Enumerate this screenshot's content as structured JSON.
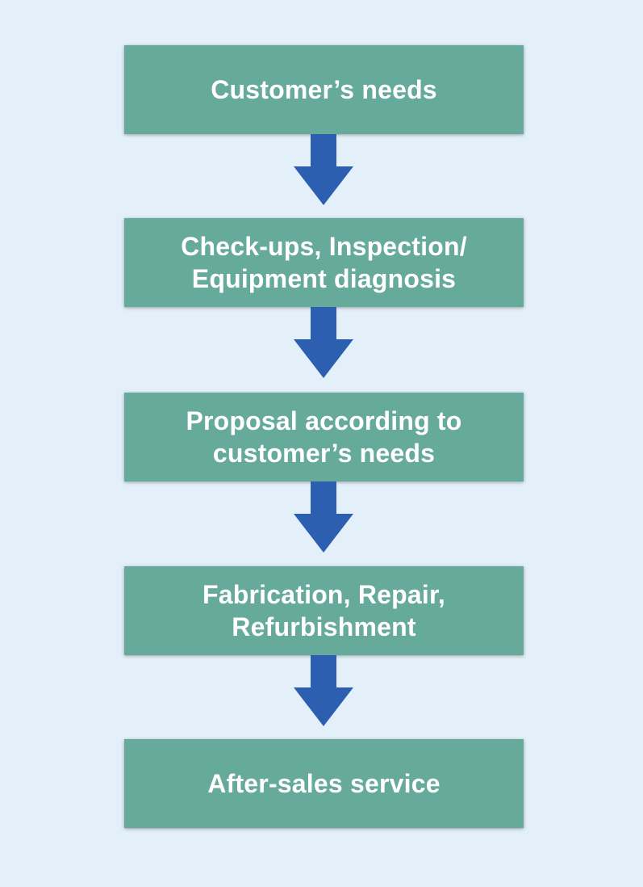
{
  "flowchart": {
    "steps": [
      {
        "lines": [
          "Customer’s needs"
        ]
      },
      {
        "lines": [
          "Check-ups, Inspection/",
          "Equipment diagnosis"
        ]
      },
      {
        "lines": [
          "Proposal according to",
          "customer’s needs"
        ]
      },
      {
        "lines": [
          "Fabrication, Repair,",
          "Refurbishment"
        ]
      },
      {
        "lines": [
          "After-sales service"
        ]
      }
    ],
    "colors": {
      "background": "#e4f0f9",
      "box": "#66aa9b",
      "box_text": "#ffffff",
      "arrow": "#2c5fb0"
    }
  }
}
